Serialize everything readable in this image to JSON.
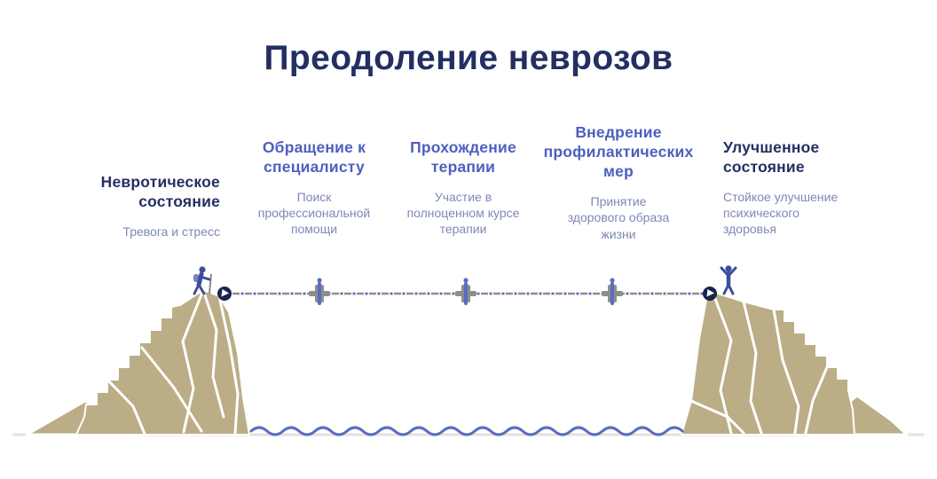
{
  "title": "Преодоление неврозов",
  "colors": {
    "heading_dark": "#232f63",
    "heading_blue": "#4d60bf",
    "subtext": "#7e88b8",
    "mountain": "#bbad86",
    "rope_gray": "#8d8d8d",
    "rope_blue": "#5b6cc0",
    "marker_navy": "#17254f",
    "figure_blue": "#3c4d9a",
    "figure_light": "#7a85c0",
    "wave_blue": "#5b6cc0",
    "ground": "#e6e2dc"
  },
  "stages": [
    {
      "title": "Невротическое\nсостояние",
      "description": "Тревога и стресс",
      "emphasis": "dark"
    },
    {
      "title": "Обращение к\nспециалисту",
      "description": "Поиск\nпрофессиональной\nпомощи",
      "emphasis": "blue"
    },
    {
      "title": "Прохождение\nтерапии",
      "description": "Участие в\nполноценном курсе\nтерапии",
      "emphasis": "blue"
    },
    {
      "title": "Внедрение\nпрофилактических\nмер",
      "description": "Принятие\nздорового образа\nжизни",
      "emphasis": "blue"
    },
    {
      "title": "Улучшенное\nсостояние",
      "description": "Стойкое улучшение\nпсихического\nздоровья",
      "emphasis": "dark"
    }
  ],
  "icons": {
    "start_marker": "arrow-circle",
    "finish_marker": "arrow-circle",
    "rope_walker": "tightrope-walker",
    "left_figure": "hiker",
    "right_figure": "celebrating-person"
  }
}
